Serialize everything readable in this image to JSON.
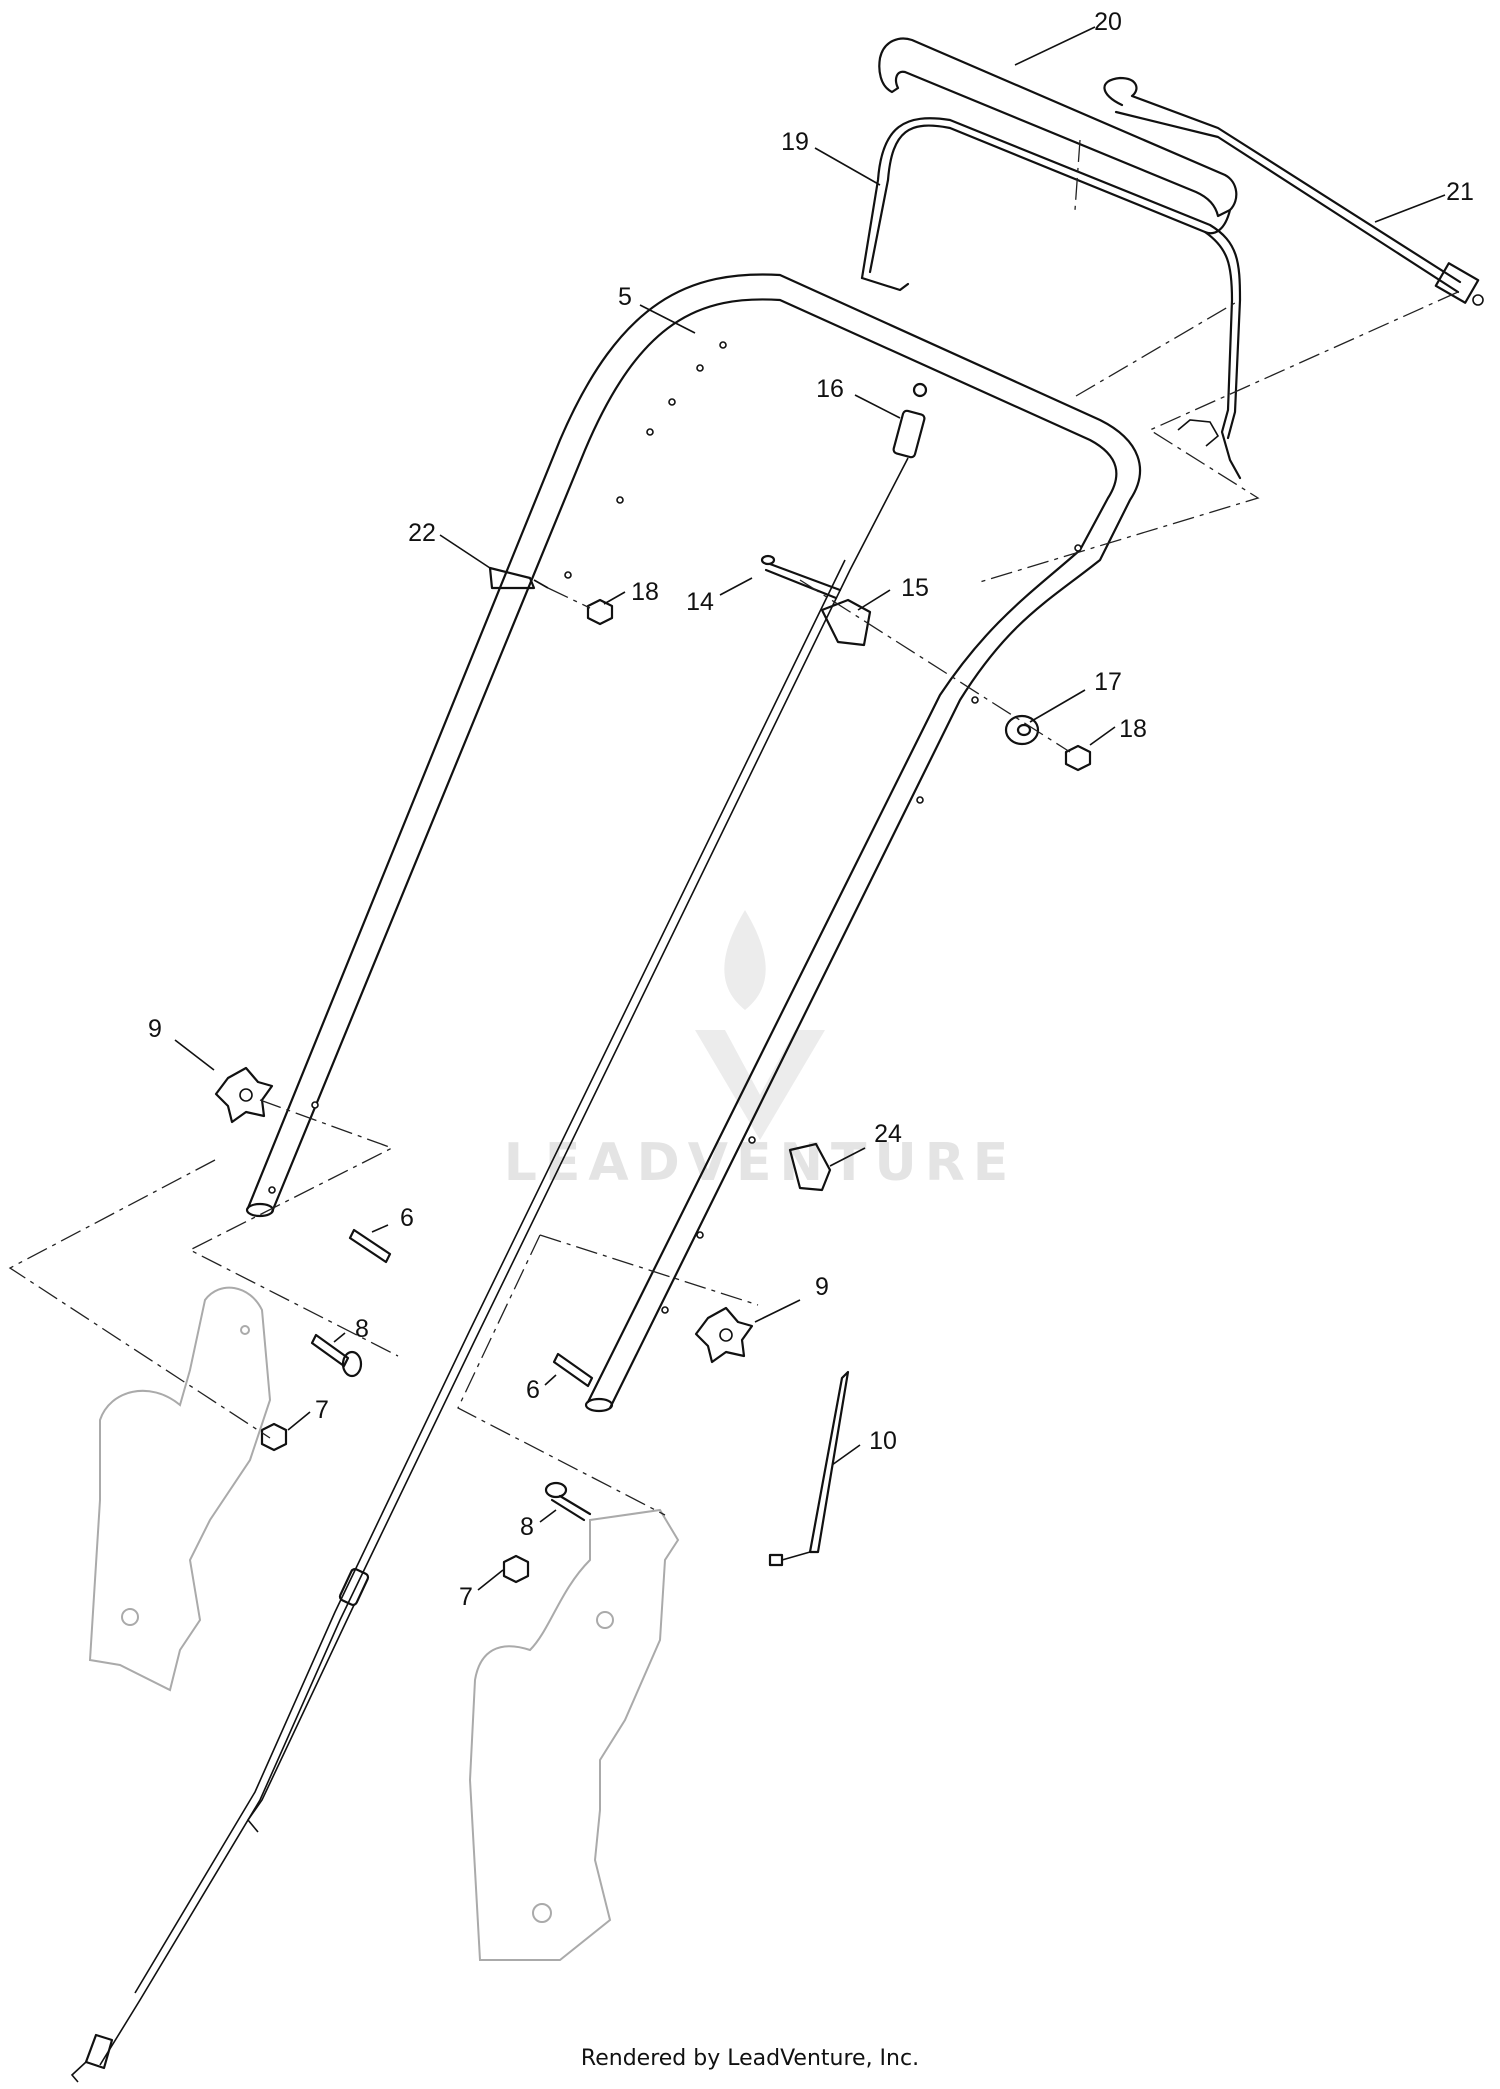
{
  "diagram": {
    "callouts": [
      {
        "id": "c20",
        "label": "20"
      },
      {
        "id": "c19",
        "label": "19"
      },
      {
        "id": "c21",
        "label": "21"
      },
      {
        "id": "c5",
        "label": "5"
      },
      {
        "id": "c16",
        "label": "16"
      },
      {
        "id": "c22",
        "label": "22"
      },
      {
        "id": "c18a",
        "label": "18"
      },
      {
        "id": "c14",
        "label": "14"
      },
      {
        "id": "c15",
        "label": "15"
      },
      {
        "id": "c17",
        "label": "17"
      },
      {
        "id": "c18b",
        "label": "18"
      },
      {
        "id": "c9a",
        "label": "9"
      },
      {
        "id": "c24",
        "label": "24"
      },
      {
        "id": "c6a",
        "label": "6"
      },
      {
        "id": "c9b",
        "label": "9"
      },
      {
        "id": "c8a",
        "label": "8"
      },
      {
        "id": "c6b",
        "label": "6"
      },
      {
        "id": "c7a",
        "label": "7"
      },
      {
        "id": "c10",
        "label": "10"
      },
      {
        "id": "c8b",
        "label": "8"
      },
      {
        "id": "c7b",
        "label": "7"
      }
    ]
  },
  "watermark": {
    "text": "LEADVENTURE"
  },
  "footer": {
    "text": "Rendered by LeadVenture, Inc."
  }
}
